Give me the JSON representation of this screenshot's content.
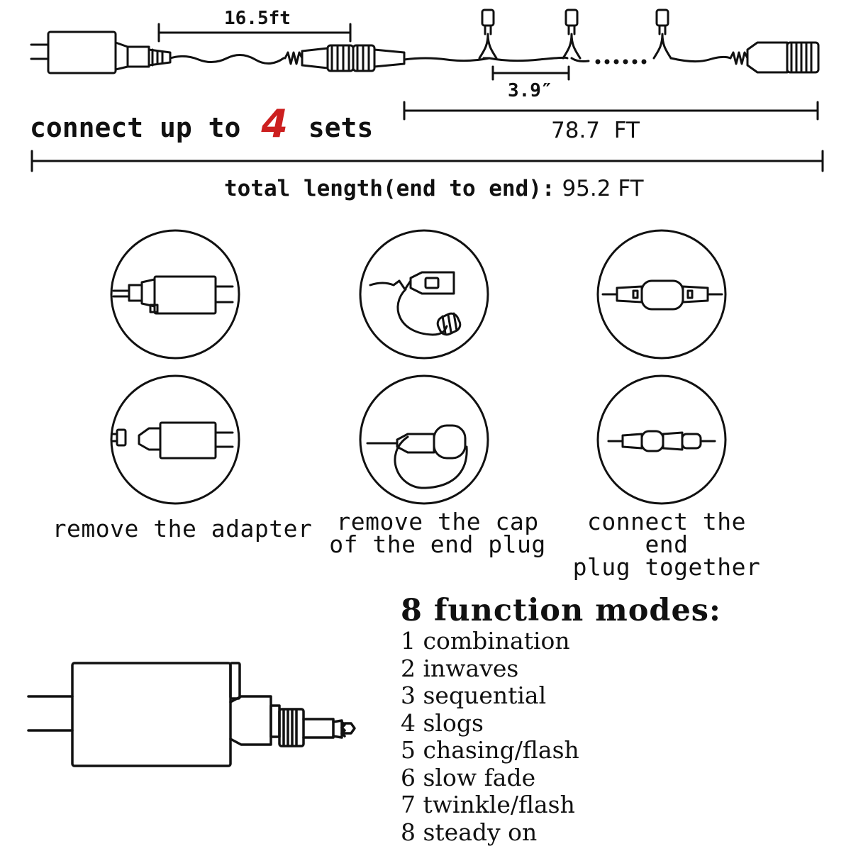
{
  "dimensions": {
    "lead_length": "16.5ft",
    "bulb_spacing": "3.9″",
    "string_length": "78.7  FT",
    "total_label": "total length(end to end):",
    "total_value": "95.2 FT"
  },
  "connect": {
    "prefix": "connect up to",
    "number": "4",
    "suffix": "sets",
    "accent_color": "#cc1f1f"
  },
  "steps": [
    {
      "caption_line1": "remove the adapter",
      "caption_line2": ""
    },
    {
      "caption_line1": "remove the cap",
      "caption_line2": "of the end plug"
    },
    {
      "caption_line1": "connect the end",
      "caption_line2": "plug together"
    }
  ],
  "modes": {
    "title": "8 function modes:",
    "items": [
      "1 combination",
      "2 inwaves",
      "3 sequential",
      "4 slogs",
      "5 chasing/flash",
      "6 slow fade",
      "7 twinkle/flash",
      "8 steady on"
    ]
  },
  "icons": [
    "adapter-plug-icon",
    "bulb-icon",
    "cap-icon",
    "connector-icon"
  ]
}
